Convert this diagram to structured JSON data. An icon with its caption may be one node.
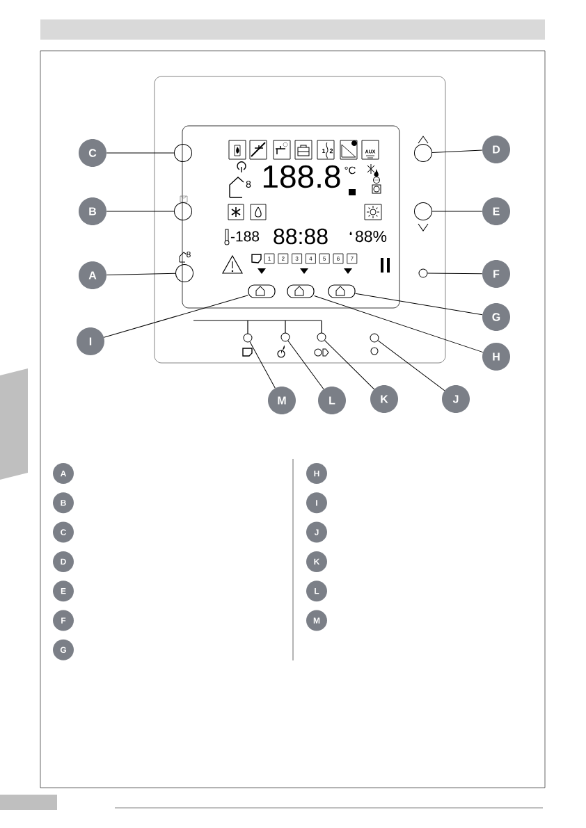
{
  "diagram": {
    "nodes": [
      {
        "text": [
          "C"
        ]
      },
      {
        "text": [],
        "shape": "circle"
      },
      {
        "text": [
          "D"
        ]
      },
      {
        "text": [],
        "shape": "circle"
      },
      {
        "text": [
          "B"
        ]
      },
      {
        "text": [],
        "shape": "circle"
      },
      {
        "text": [
          "E"
        ]
      },
      {
        "text": [],
        "shape": "circle"
      },
      {
        "text": [
          "A"
        ]
      },
      {
        "text": [],
        "shape": "circle",
        "beside": [
          "8"
        ]
      },
      {
        "text": [
          "F"
        ]
      },
      {
        "text": [],
        "shape": "circle"
      },
      {
        "text": [],
        "shape": "box"
      },
      {
        "text": [],
        "shape": "box"
      },
      {
        "text": [],
        "shape": "box"
      },
      {
        "text": [
          "G"
        ]
      },
      {
        "text": [
          "I"
        ]
      },
      {
        "text": [],
        "shape": "circle"
      },
      {
        "text": [],
        "shape": "circle"
      },
      {
        "text": [],
        "shape": "circle"
      },
      {
        "text": [],
        "shape": "circle"
      },
      {
        "text": [
          "H"
        ]
      },
      {
        "text": [
          "M"
        ]
      },
      {
        "text": [
          "L"
        ]
      },
      {
        "text": [
          "K"
        ]
      },
      {
        "text": [
          "J"
        ]
      },
      {
        "text": [
          "A"
        ]
      },
      {
        "text": [
          "B"
        ]
      },
      {
        "text": [
          "C"
        ]
      },
      {
        "text": [
          "D"
        ]
      },
      {
        "text": [
          "E"
        ]
      },
      {
        "text": [
          "F"
        ]
      },
      {
        "text": [
          "G"
        ]
      },
      {
        "text": [
          "H"
        ]
      },
      {
        "text": [
          "I"
        ]
      },
      {
        "text": [
          "J"
        ]
      },
      {
        "text": [
          "K"
        ]
      },
      {
        "text": [
          "L"
        ]
      },
      {
        "text": [
          "M"
        ]
      }
    ],
    "edges": [
      {
        "from": 0,
        "to": 1,
        "arrow": "none"
      },
      {
        "from": 2,
        "to": 3,
        "arrow": "none"
      },
      {
        "from": 4,
        "to": 5,
        "arrow": "none"
      },
      {
        "from": 6,
        "to": 7,
        "arrow": "none"
      },
      {
        "from": 8,
        "to": 9,
        "arrow": "none"
      },
      {
        "from": 10,
        "to": 11,
        "arrow": "none"
      },
      {
        "from": 15,
        "to": 14,
        "arrow": "none"
      },
      {
        "from": 16,
        "to": 12,
        "arrow": "none"
      },
      {
        "from": 21,
        "to": 13,
        "arrow": "none"
      },
      {
        "from": 22,
        "to": 17,
        "arrow": "none"
      },
      {
        "from": 23,
        "to": 18,
        "arrow": "none"
      },
      {
        "from": 24,
        "to": 19,
        "arrow": "none"
      },
      {
        "from": 25,
        "to": 20,
        "arrow": "none"
      }
    ],
    "labels": [
      "1",
      "2",
      "AUX",
      "188.8",
      "°C",
      "8",
      "-188",
      "88:88",
      "88%",
      "1",
      "2",
      "3",
      "4",
      "5",
      "6",
      "7"
    ]
  }
}
